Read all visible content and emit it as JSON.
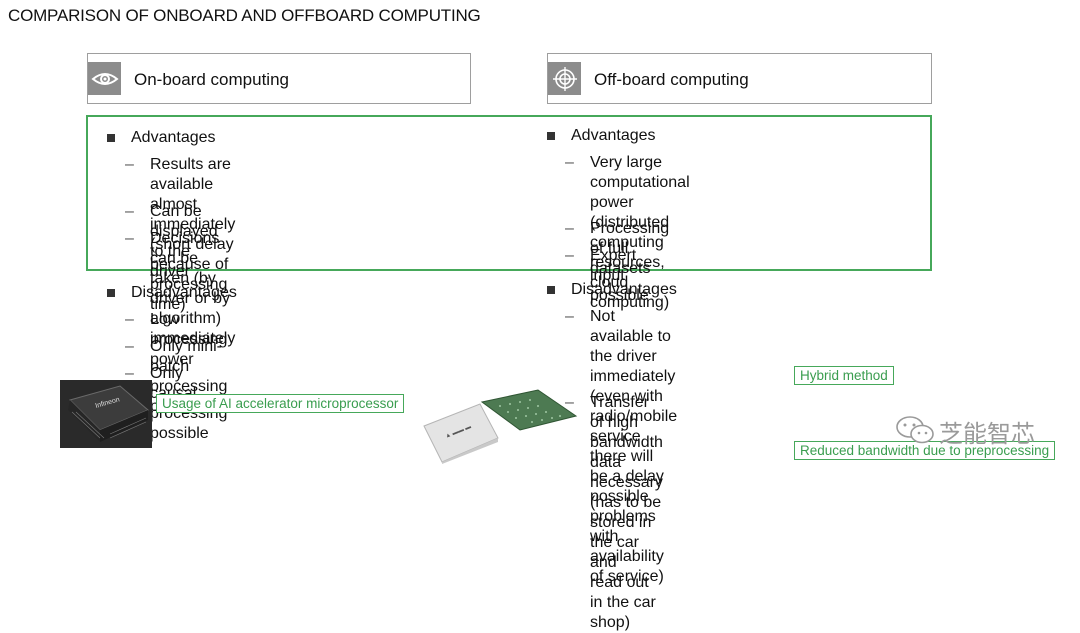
{
  "title": "COMPARISON OF ONBOARD AND OFFBOARD COMPUTING",
  "onboard": {
    "header": "On-board computing",
    "icon": "eye-icon",
    "advantages_label": "Advantages",
    "advantages": [
      "Results are available almost immediately\n(short delay because of processing time)",
      "Can be displayed to the driver",
      "Decisions can be taken (by driver or by\nalgorithm) immediately"
    ],
    "disadvantages_label": "Disadvantages",
    "disadvantages": [
      "Low processing power",
      "Only mini-batch processing possible",
      "Only causal processing possible"
    ],
    "tag": "Usage of AI accelerator microprocessor",
    "chip_brand": "Infineon"
  },
  "offboard": {
    "header": "Off-board computing",
    "icon": "crosshair-icon",
    "advantages_label": "Advantages",
    "advantages": [
      "Very large computational power\n(distributed computing resources, cloud\ncomputing)",
      "Processing of full datasets",
      "Expert input possible"
    ],
    "disadvantages_label": "Disadvantages",
    "disadvantages": [
      "Not available to the driver immediately\n(even with radio/mobile service there will\nbe a delay possible problems with\navailability of service)",
      "Transfer of high bandwidth data\nnecessary (has to be stored in the car and\nread out in the car shop)"
    ],
    "tag_hybrid": "Hybrid method",
    "tag_bandwidth": "Reduced bandwidth due to preprocessing"
  },
  "watermark": "芝能智芯",
  "colors": {
    "accent_green": "#46a85a",
    "icon_gray": "#8c8c8c"
  }
}
